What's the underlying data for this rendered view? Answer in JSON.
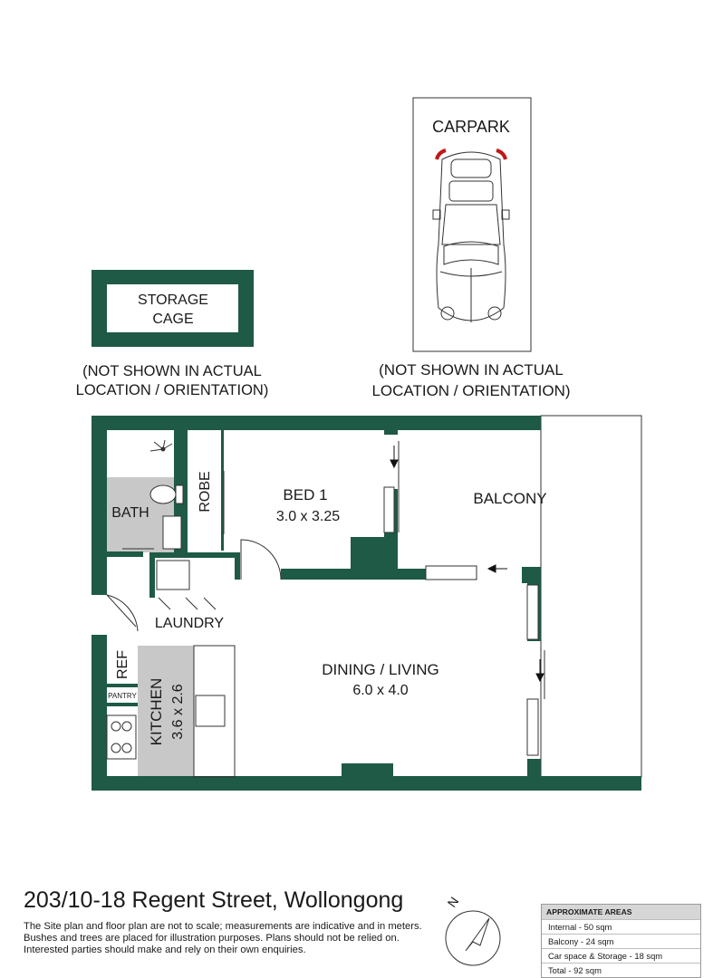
{
  "labels": {
    "carpark": "CARPARK",
    "storage_line1": "STORAGE",
    "storage_line2": "CAGE",
    "note_line1": "(NOT SHOWN IN ACTUAL",
    "note_line2": "LOCATION / ORIENTATION)",
    "bed1": "BED 1",
    "bed1_dims": "3.0 x 3.25",
    "balcony": "BALCONY",
    "bath": "BATH",
    "robe": "ROBE",
    "laundry": "LAUNDRY",
    "ref": "REF",
    "pantry": "PANTRY",
    "kitchen": "KITCHEN",
    "kitchen_dims": "3.6 x 2.6",
    "dining": "DINING / LIVING",
    "dining_dims": "6.0 x 4.0",
    "north": "N"
  },
  "footer": {
    "address": "203/10-18 Regent Street, Wollongong",
    "disclaimer_1": "The Site plan and floor plan are not to scale; measurements are indicative and in meters.",
    "disclaimer_2": "Bushes and trees are placed for illustration purposes. Plans should not be relied on.",
    "disclaimer_3": "Interested parties should make and rely on their own enquiries."
  },
  "areas": {
    "heading": "APPROXIMATE AREAS",
    "internal": "Internal - 50 sqm",
    "balcony": "Balcony - 24 sqm",
    "car_storage": "Car space & Storage - 18 sqm",
    "total": "Total - 92 sqm"
  },
  "colors": {
    "wall": "#1e5a45",
    "fixture_fill": "#c8c8c8",
    "line": "#333333"
  }
}
